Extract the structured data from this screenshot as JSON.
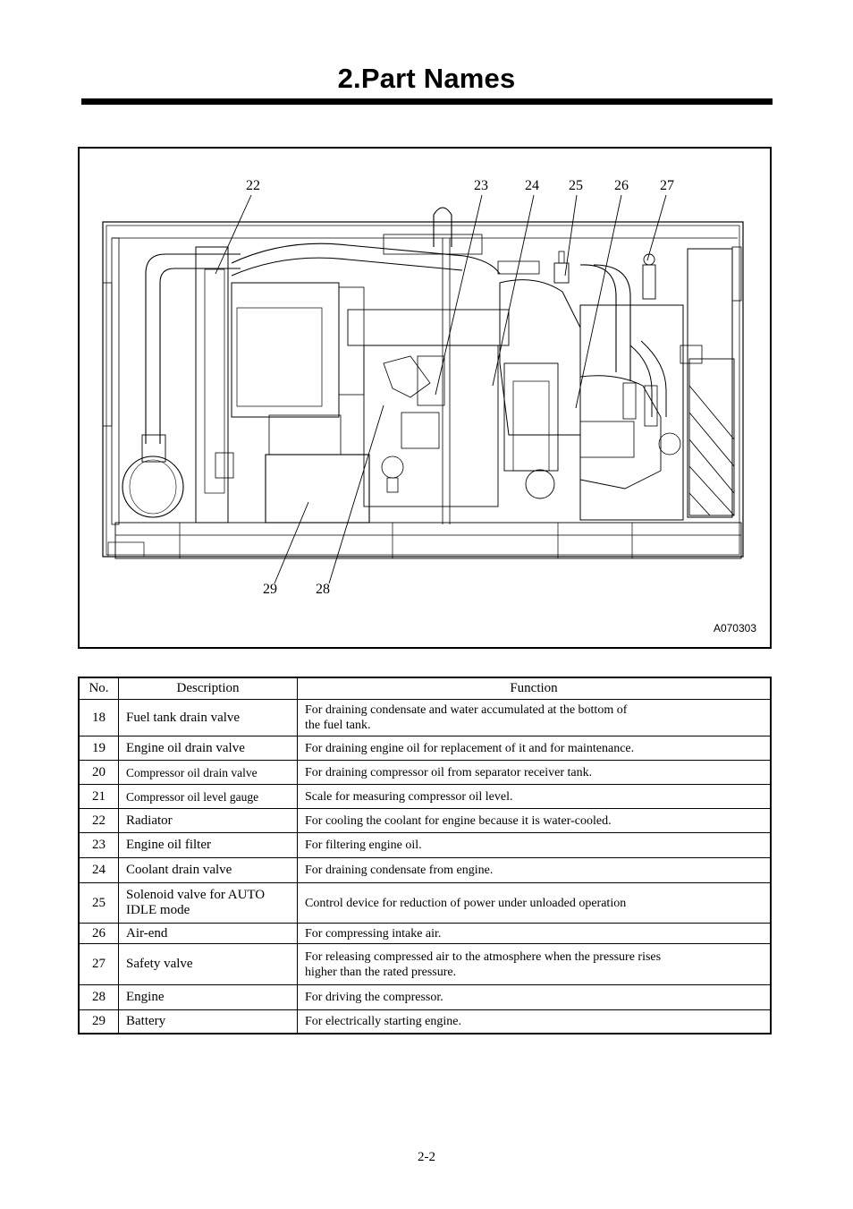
{
  "page": {
    "title": "2.Part Names",
    "page_number": "2-2"
  },
  "figure": {
    "code": "A070303",
    "callouts": {
      "c22": "22",
      "c23": "23",
      "c24": "24",
      "c25": "25",
      "c26": "26",
      "c27": "27",
      "c28": "28",
      "c29": "29"
    }
  },
  "table": {
    "headers": {
      "no": "No.",
      "description": "Description",
      "function": "Function"
    },
    "rows": [
      {
        "no": "18",
        "description": "Fuel tank drain valve",
        "function_line1": "For draining condensate and water accumulated at the bottom of",
        "function_line2": "the fuel tank."
      },
      {
        "no": "19",
        "description": "Engine oil drain valve",
        "function": "For draining engine oil for replacement of it and for maintenance."
      },
      {
        "no": "20",
        "description": "Compressor oil drain valve",
        "function": "For draining compressor oil from separator receiver tank."
      },
      {
        "no": "21",
        "description": "Compressor oil level gauge",
        "function": "Scale for measuring compressor oil level."
      },
      {
        "no": "22",
        "description": "Radiator",
        "function": "For cooling the coolant for engine because it is water-cooled."
      },
      {
        "no": "23",
        "description": "Engine oil filter",
        "function": "For filtering engine oil."
      },
      {
        "no": "24",
        "description": "Coolant drain valve",
        "function": "For draining condensate from engine."
      },
      {
        "no": "25",
        "description_line1": "Solenoid valve for AUTO",
        "description_line2": "IDLE mode",
        "function": "Control device for reduction of power under unloaded operation"
      },
      {
        "no": "26",
        "description": "Air-end",
        "function": "For compressing intake air."
      },
      {
        "no": "27",
        "description": "Safety valve",
        "function_line1": "For releasing compressed air to the atmosphere when the pressure rises",
        "function_line2": "higher than the rated pressure."
      },
      {
        "no": "28",
        "description": "Engine",
        "function": "For driving the compressor."
      },
      {
        "no": "29",
        "description": "Battery",
        "function": "For electrically starting engine."
      }
    ]
  }
}
